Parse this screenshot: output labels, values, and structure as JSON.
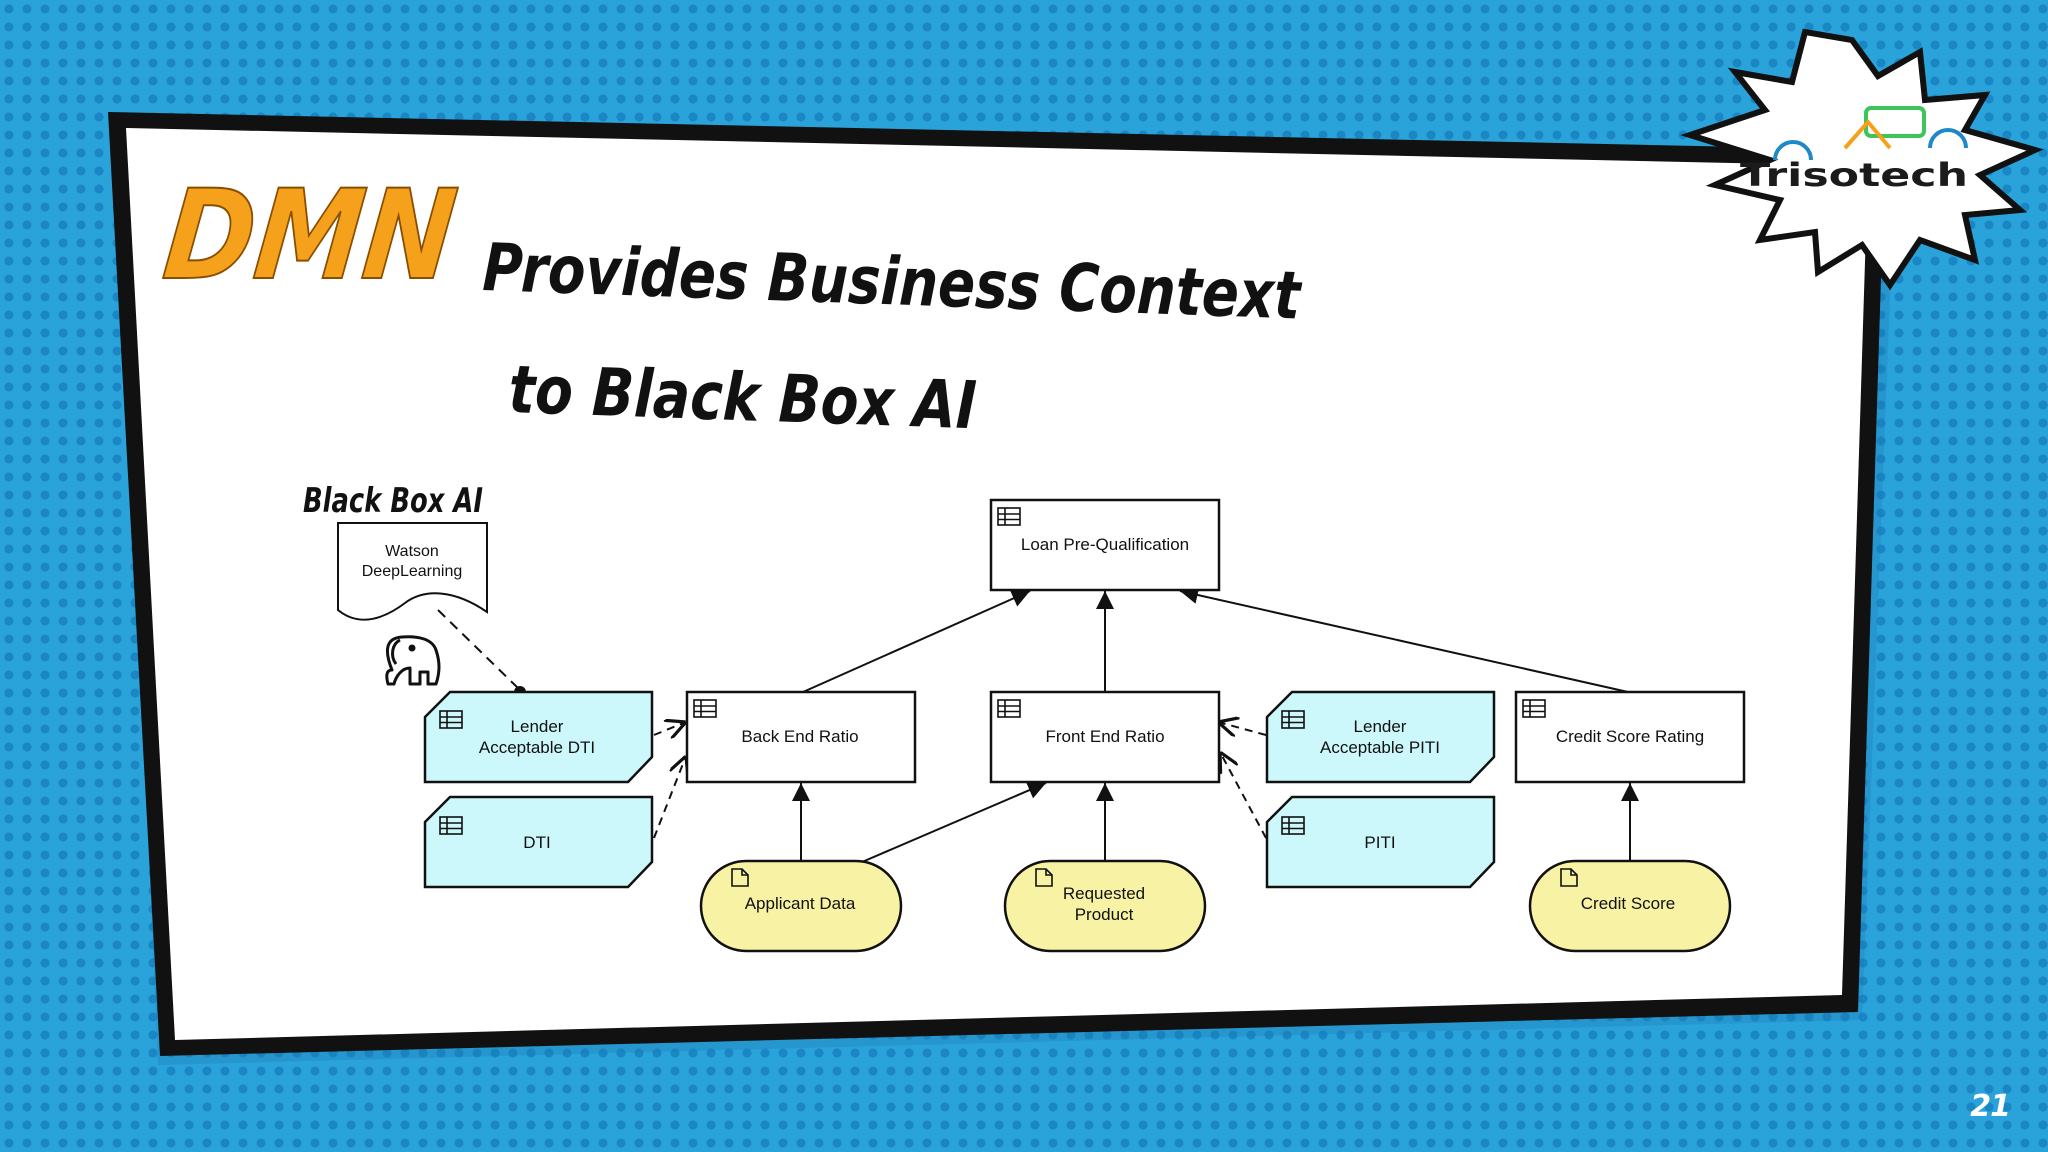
{
  "slide": {
    "title_highlight": "DMN",
    "title_line1": "Provides Business Context",
    "title_line2": "to Black Box AI",
    "page_number": "21"
  },
  "logo": {
    "brand": "Trisotech"
  },
  "black_box": {
    "label": "Black Box AI",
    "document_line1": "Watson",
    "document_line2": "DeepLearning"
  },
  "diagram": {
    "decisions": {
      "loan": "Loan Pre-Qualification",
      "back_end": "Back End Ratio",
      "front_end": "Front End Ratio",
      "credit_rating": "Credit Score Rating"
    },
    "knowledge_sources": {
      "lender_dti_line1": "Lender",
      "lender_dti_line2": "Acceptable DTI",
      "dti": "DTI",
      "lender_piti_line1": "Lender",
      "lender_piti_line2": "Acceptable PITI",
      "piti": "PITI"
    },
    "inputs": {
      "applicant": "Applicant Data",
      "requested_line1": "Requested",
      "requested_line2": "Product",
      "credit_score": "Credit Score"
    }
  },
  "colors": {
    "background": "#2aa3db",
    "title_accent": "#f5a11c",
    "knowledge_fill": "#cdf8fb",
    "input_fill": "#f7f2a4"
  }
}
